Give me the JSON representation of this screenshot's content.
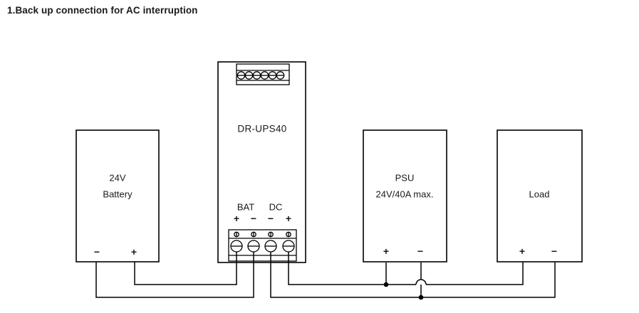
{
  "title": "1.Back up connection for AC interruption",
  "battery": {
    "line1": "24V",
    "line2": "Battery",
    "neg": "−",
    "pos": "+"
  },
  "ups": {
    "model": "DR-UPS40",
    "bat_group_label": "BAT",
    "dc_group_label": "DC",
    "terminal_signs": [
      "+",
      "−",
      "−",
      "+"
    ]
  },
  "psu": {
    "line1": "PSU",
    "line2": "24V/40A max.",
    "pos": "+",
    "neg": "−"
  },
  "load": {
    "label": "Load",
    "pos": "+",
    "neg": "−"
  },
  "colors": {
    "line": "#000000",
    "background": "#ffffff",
    "text": "#1a1a1a"
  }
}
